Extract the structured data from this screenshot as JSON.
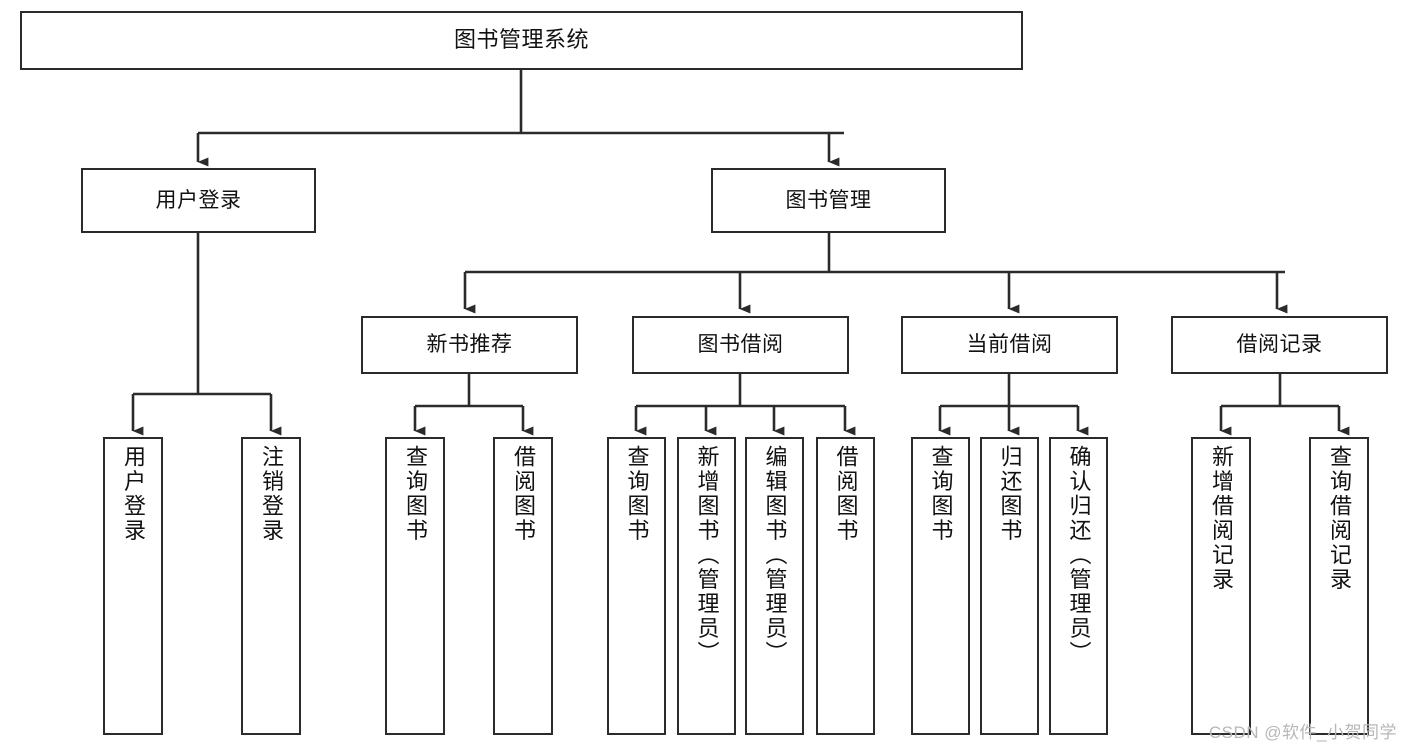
{
  "diagram": {
    "type": "tree-hierarchy",
    "title": "图书管理系统",
    "watermark": "CSDN @软件_小贺同学",
    "style": {
      "background": "#ffffff",
      "box_border": "#2b2b2b",
      "box_fill": "#ffffff",
      "connector": "#2b2b2b",
      "text": "#111111",
      "watermark_color": "#b7b7b7"
    },
    "nodes": {
      "root": {
        "label": "图书管理系统",
        "level": 0
      },
      "n_user_login": {
        "label": "用户登录",
        "level": 1
      },
      "n_book_manage": {
        "label": "图书管理",
        "level": 1
      },
      "n_new_book_rec": {
        "label": "新书推荐",
        "level": 2
      },
      "n_book_borrow": {
        "label": "图书借阅",
        "level": 2
      },
      "n_current_borrow": {
        "label": "当前借阅",
        "level": 2
      },
      "n_borrow_record": {
        "label": "借阅记录",
        "level": 2
      },
      "leaf_user_login": {
        "label": "用户登录",
        "level": 3
      },
      "leaf_user_logout": {
        "label": "注销登录",
        "level": 3
      },
      "leaf_query_book_1": {
        "label": "查询图书",
        "level": 3
      },
      "leaf_borrow_book_1": {
        "label": "借阅图书",
        "level": 3
      },
      "leaf_query_book_2": {
        "label": "查询图书",
        "level": 3
      },
      "leaf_add_book": {
        "label": "新增图书（管理员）",
        "level": 3
      },
      "leaf_edit_book": {
        "label": "编辑图书（管理员）",
        "level": 3
      },
      "leaf_borrow_book_2": {
        "label": "借阅图书",
        "level": 3
      },
      "leaf_query_book_3": {
        "label": "查询图书",
        "level": 3
      },
      "leaf_return_book": {
        "label": "归还图书",
        "level": 3
      },
      "leaf_confirm_return": {
        "label": "确认归还（管理员）",
        "level": 3
      },
      "leaf_add_record": {
        "label": "新增借阅记录",
        "level": 3
      },
      "leaf_query_record": {
        "label": "查询借阅记录",
        "level": 3
      }
    },
    "edges": [
      {
        "from": "root",
        "to": "n_user_login"
      },
      {
        "from": "root",
        "to": "n_book_manage"
      },
      {
        "from": "n_user_login",
        "to": "leaf_user_login"
      },
      {
        "from": "n_user_login",
        "to": "leaf_user_logout"
      },
      {
        "from": "n_book_manage",
        "to": "n_new_book_rec"
      },
      {
        "from": "n_book_manage",
        "to": "n_book_borrow"
      },
      {
        "from": "n_book_manage",
        "to": "n_current_borrow"
      },
      {
        "from": "n_book_manage",
        "to": "n_borrow_record"
      },
      {
        "from": "n_new_book_rec",
        "to": "leaf_query_book_1"
      },
      {
        "from": "n_new_book_rec",
        "to": "leaf_borrow_book_1"
      },
      {
        "from": "n_book_borrow",
        "to": "leaf_query_book_2"
      },
      {
        "from": "n_book_borrow",
        "to": "leaf_add_book"
      },
      {
        "from": "n_book_borrow",
        "to": "leaf_edit_book"
      },
      {
        "from": "n_book_borrow",
        "to": "leaf_borrow_book_2"
      },
      {
        "from": "n_current_borrow",
        "to": "leaf_query_book_3"
      },
      {
        "from": "n_current_borrow",
        "to": "leaf_return_book"
      },
      {
        "from": "n_current_borrow",
        "to": "leaf_confirm_return"
      },
      {
        "from": "n_borrow_record",
        "to": "leaf_add_record"
      },
      {
        "from": "n_borrow_record",
        "to": "leaf_query_record"
      }
    ]
  }
}
